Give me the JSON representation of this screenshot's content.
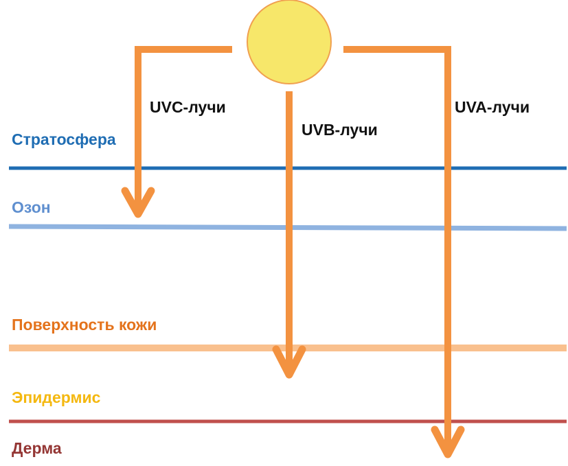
{
  "diagram": {
    "title": "UV rays penetration",
    "sun": {
      "fill": "#f7e76a",
      "stroke": "#f0a050"
    },
    "ray_color": "#f39240",
    "layers": [
      {
        "name": "stratosphere",
        "label": "Стратосфера",
        "label_color": "#1f6db3",
        "line_color": "#1f6db3"
      },
      {
        "name": "ozone",
        "label": "Озон",
        "label_color": "#5f8fcf",
        "line_color": "#8fb3e0"
      },
      {
        "name": "skin-surface",
        "label": "Поверхность кожи",
        "label_color": "#e4731c",
        "line_color": "#f9c08e"
      },
      {
        "name": "epidermis",
        "label": "Эпидермис",
        "label_color": "#f4b810",
        "line_color": "#c0504d"
      },
      {
        "name": "dermis",
        "label": "Дерма",
        "label_color": "#943634",
        "line_color": null
      }
    ],
    "rays": [
      {
        "name": "uvc",
        "label": "UVC-лучи",
        "stops_at": "ozone"
      },
      {
        "name": "uvb",
        "label": "UVB-лучи",
        "stops_at": "epidermis"
      },
      {
        "name": "uva",
        "label": "UVA-лучи",
        "stops_at": "dermis"
      }
    ]
  }
}
